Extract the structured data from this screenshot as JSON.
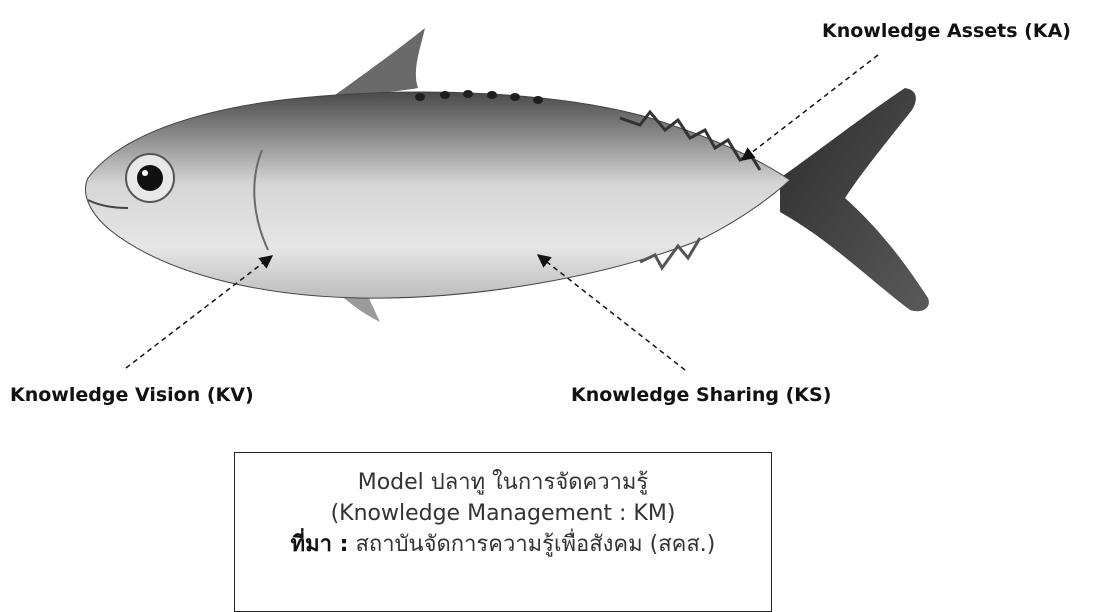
{
  "labels": {
    "knowledge_assets": "Knowledge Assets (KA)",
    "knowledge_vision": "Knowledge Vision (KV)",
    "knowledge_sharing": "Knowledge Sharing (KS)"
  },
  "caption": {
    "line1": "Model ปลาทู ในการจัดความรู้",
    "line2": "(Knowledge Management : KM)",
    "source_label": "ที่มา :",
    "source_text": " สถาบันจัดการความรู้เพื่อสังคม (สคส.)"
  },
  "colors": {
    "fish_body": "#cfcfcf",
    "fish_dark": "#3a3a3a",
    "text": "#111111"
  }
}
